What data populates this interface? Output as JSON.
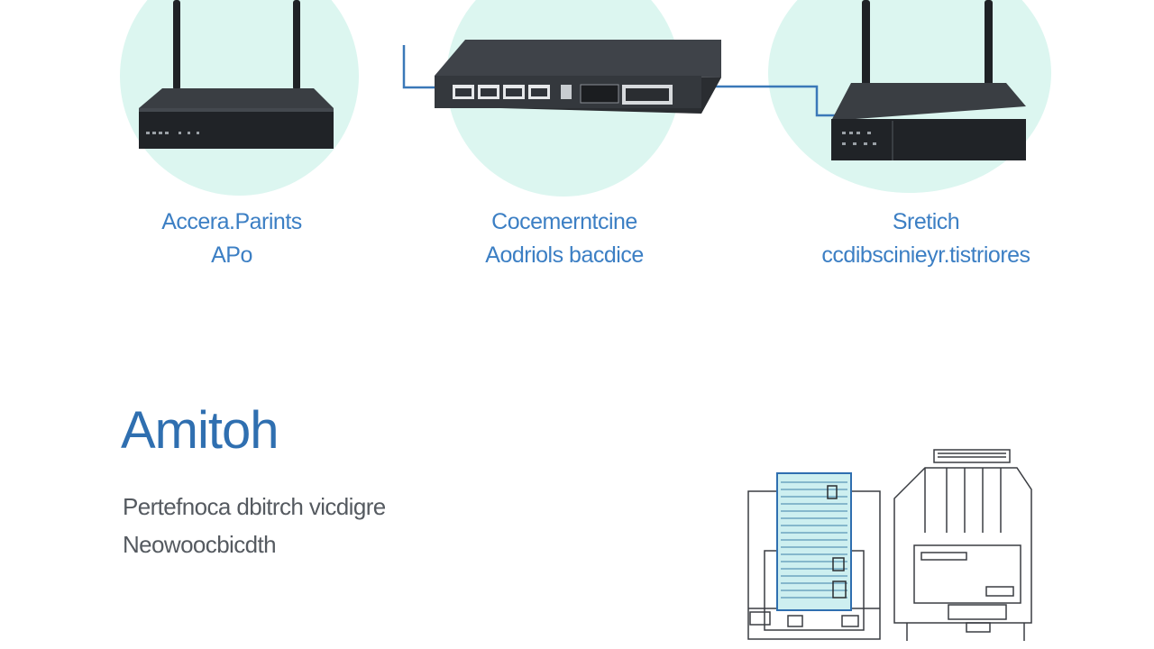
{
  "devices": [
    {
      "id": "access-points",
      "name": "Accera.Parints",
      "sub": "APo"
    },
    {
      "id": "core",
      "name": "Cocemerntcine",
      "sub": "Aodriols bacdice"
    },
    {
      "id": "switch",
      "name": "Sretich",
      "sub": "ccdibscinieyr.tistriores"
    }
  ],
  "section": {
    "title": "Amitoh",
    "line1": "Pertefnoca dbitrch vicdigre",
    "line2": "Neowoocbicdth"
  },
  "colors": {
    "circle_fill": "#dcf6f0",
    "label_blue": "#3c7fc4",
    "title_blue": "#2f6fb0",
    "connector_blue": "#3a78b8",
    "device_dark": "#26292d",
    "highlight_teal": "#cdeff0"
  }
}
